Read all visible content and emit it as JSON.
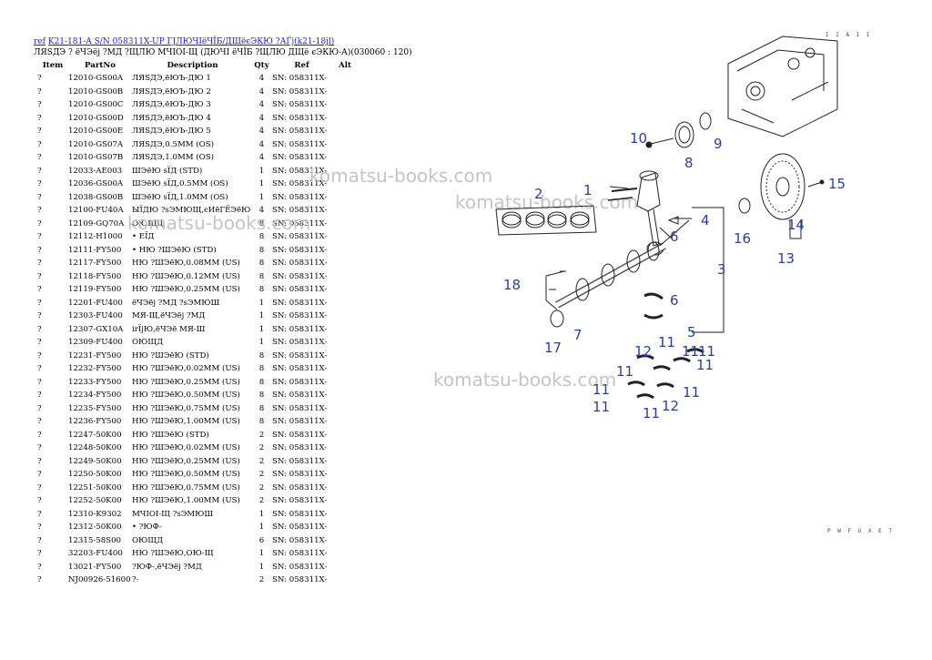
{
  "header": {
    "ref_link": "ref",
    "title_link": "K21-181-A S/N 058311X-UP ГЈЛЮЧIёЧЇБ/ДЩёєЭКЮ ?АЃј(k21-18jl)",
    "subtitle": "ЛЯЅДЭ ? ёЧЭёј ?МД ?ЩЛЮ МЧIОI-Щ (ДЮЧI ёЧЇБ ?ЩЛЮ ДЩё єЭКЮ-А)(030060 : 120)"
  },
  "table": {
    "columns": [
      "Item",
      "PartNo",
      "Description",
      "Qty",
      "Ref",
      "Alt"
    ],
    "rows": [
      [
        "?",
        "12010-GS00A",
        "ЛЯЅДЭ,ёЮЪ-ДЮ 1",
        "4",
        "SN: 058311X-",
        ""
      ],
      [
        "?",
        "12010-GS00B",
        "ЛЯЅДЭ,ёЮЪ-ДЮ 2",
        "4",
        "SN: 058311X-",
        ""
      ],
      [
        "?",
        "12010-GS00C",
        "ЛЯЅДЭ,ёЮЪ-ДЮ 3",
        "4",
        "SN: 058311X-",
        ""
      ],
      [
        "?",
        "12010-GS00D",
        "ЛЯЅДЭ,ёЮЪ-ДЮ 4",
        "4",
        "SN: 058311X-",
        ""
      ],
      [
        "?",
        "12010-GS00E",
        "ЛЯЅДЭ,ёЮЪ-ДЮ 5",
        "4",
        "SN: 058311X-",
        ""
      ],
      [
        "?",
        "12010-GS07A",
        "ЛЯЅДЭ,0.5MM (OS)",
        "4",
        "SN: 058311X-",
        ""
      ],
      [
        "?",
        "12010-GS07B",
        "ЛЯЅДЭ,1.0MM (OS)",
        "4",
        "SN: 058311X-",
        ""
      ],
      [
        "?",
        "12033-AE003",
        "ШЭёЮ sЇД (STD)",
        "1",
        "SN: 058311X-",
        ""
      ],
      [
        "?",
        "12036-GS00A",
        "ШЭёЮ sЇД,0.5MM (OS)",
        "1",
        "SN: 058311X-",
        ""
      ],
      [
        "?",
        "12038-GS00B",
        "ШЭёЮ sЇД,1.0MM (OS)",
        "1",
        "SN: 058311X-",
        ""
      ],
      [
        "?",
        "12100-FU40A",
        "ЫЇДЮ ?sЭМЮЩ,єИёГЁЭёЮ",
        "4",
        "SN: 058311X-",
        ""
      ],
      [
        "?",
        "12109-GQ70A",
        "ОЮЩД",
        "8",
        "SN: 058311X-",
        ""
      ],
      [
        "?",
        "12112-H1000",
        "• ЕЇД",
        "8",
        "SN: 058311X-",
        ""
      ],
      [
        "?",
        "12111-FY500",
        "• НЮ ?ШЭёЮ (STD)",
        "8",
        "SN: 058311X-",
        ""
      ],
      [
        "?",
        "12117-FY500",
        "НЮ ?ШЭёЮ,0.08MM (US)",
        "8",
        "SN: 058311X-",
        ""
      ],
      [
        "?",
        "12118-FY500",
        "НЮ ?ШЭёЮ,0.12MM (US)",
        "8",
        "SN: 058311X-",
        ""
      ],
      [
        "?",
        "12119-FY500",
        "НЮ ?ШЭёЮ,0.25MM (US)",
        "8",
        "SN: 058311X-",
        ""
      ],
      [
        "?",
        "12201-FU400",
        "ёЧЭёј ?МД ?sЭМЮШ",
        "1",
        "SN: 058311X-",
        ""
      ],
      [
        "?",
        "12303-FU400",
        "МЯ-Щ,ёЧЭёј ?МД",
        "1",
        "SN: 058311X-",
        ""
      ],
      [
        "?",
        "12307-GX10A",
        "irЇјЮ,ёЧЭё МЯ-Ш",
        "1",
        "SN: 058311X-",
        ""
      ],
      [
        "?",
        "12309-FU400",
        "ОЮЩД",
        "1",
        "SN: 058311X-",
        ""
      ],
      [
        "?",
        "12231-FY500",
        "НЮ ?ШЭёЮ (STD)",
        "8",
        "SN: 058311X-",
        ""
      ],
      [
        "?",
        "12232-FY500",
        "НЮ ?ШЭёЮ,0.02MM (US)",
        "8",
        "SN: 058311X-",
        ""
      ],
      [
        "?",
        "12233-FY500",
        "НЮ ?ШЭёЮ,0.25MM (US)",
        "8",
        "SN: 058311X-",
        ""
      ],
      [
        "?",
        "12234-FY500",
        "НЮ ?ШЭёЮ,0.50MM (US)",
        "8",
        "SN: 058311X-",
        ""
      ],
      [
        "?",
        "12235-FY500",
        "НЮ ?ШЭёЮ,0.75MM (US)",
        "8",
        "SN: 058311X-",
        ""
      ],
      [
        "?",
        "12236-FY500",
        "НЮ ?ШЭёЮ,1.00MM (US)",
        "8",
        "SN: 058311X-",
        ""
      ],
      [
        "?",
        "12247-50K00",
        "НЮ ?ШЭёЮ (STD)",
        "2",
        "SN: 058311X-",
        ""
      ],
      [
        "?",
        "12248-50K00",
        "НЮ ?ШЭёЮ,0.02MM (US)",
        "2",
        "SN: 058311X-",
        ""
      ],
      [
        "?",
        "12249-50K00",
        "НЮ ?ШЭёЮ,0.25MM (US)",
        "2",
        "SN: 058311X-",
        ""
      ],
      [
        "?",
        "12250-50K00",
        "НЮ ?ШЭёЮ,0.50MM (US)",
        "2",
        "SN: 058311X-",
        ""
      ],
      [
        "?",
        "12251-50K00",
        "НЮ ?ШЭёЮ,0.75MM (US)",
        "2",
        "SN: 058311X-",
        ""
      ],
      [
        "?",
        "12252-50K00",
        "НЮ ?ШЭёЮ,1.00MM (US)",
        "2",
        "SN: 058311X-",
        ""
      ],
      [
        "?",
        "12310-K9302",
        "МЧIОI-Щ ?sЭМЮШ",
        "1",
        "SN: 058311X-",
        ""
      ],
      [
        "?",
        "12312-50K00",
        "• ?ЮФ-",
        "1",
        "SN: 058311X-",
        ""
      ],
      [
        "?",
        "12315-58S00",
        "ОЮЩД",
        "6",
        "SN: 058311X-",
        ""
      ],
      [
        "?",
        "32203-FU400",
        "НЮ ?ШЭёЮ,ОЮ-Щ",
        "1",
        "SN: 058311X-",
        ""
      ],
      [
        "?",
        "13021-FY500",
        "?ЮФ-,ёЧЭёј ?МД",
        "1",
        "SN: 058311X-",
        ""
      ],
      [
        "?",
        "NJ00926-51600",
        "?-",
        "2",
        "SN: 058311X-",
        ""
      ]
    ]
  },
  "watermarks": [
    "komatsu-books.com",
    "komatsu-books.com",
    "komatsu-books.com",
    "komatsu-books.com"
  ],
  "diagram_codes": {
    "top_right": "I I A I I",
    "bottom_right": "P W F U X E 7"
  },
  "callouts": [
    "10",
    "9",
    "8",
    "1",
    "2",
    "4",
    "6",
    "3",
    "18",
    "6",
    "17",
    "7",
    "5",
    "12",
    "11",
    "11",
    "11",
    "11",
    "11",
    "11",
    "11",
    "11",
    "12",
    "11",
    "15",
    "14",
    "16",
    "13"
  ]
}
